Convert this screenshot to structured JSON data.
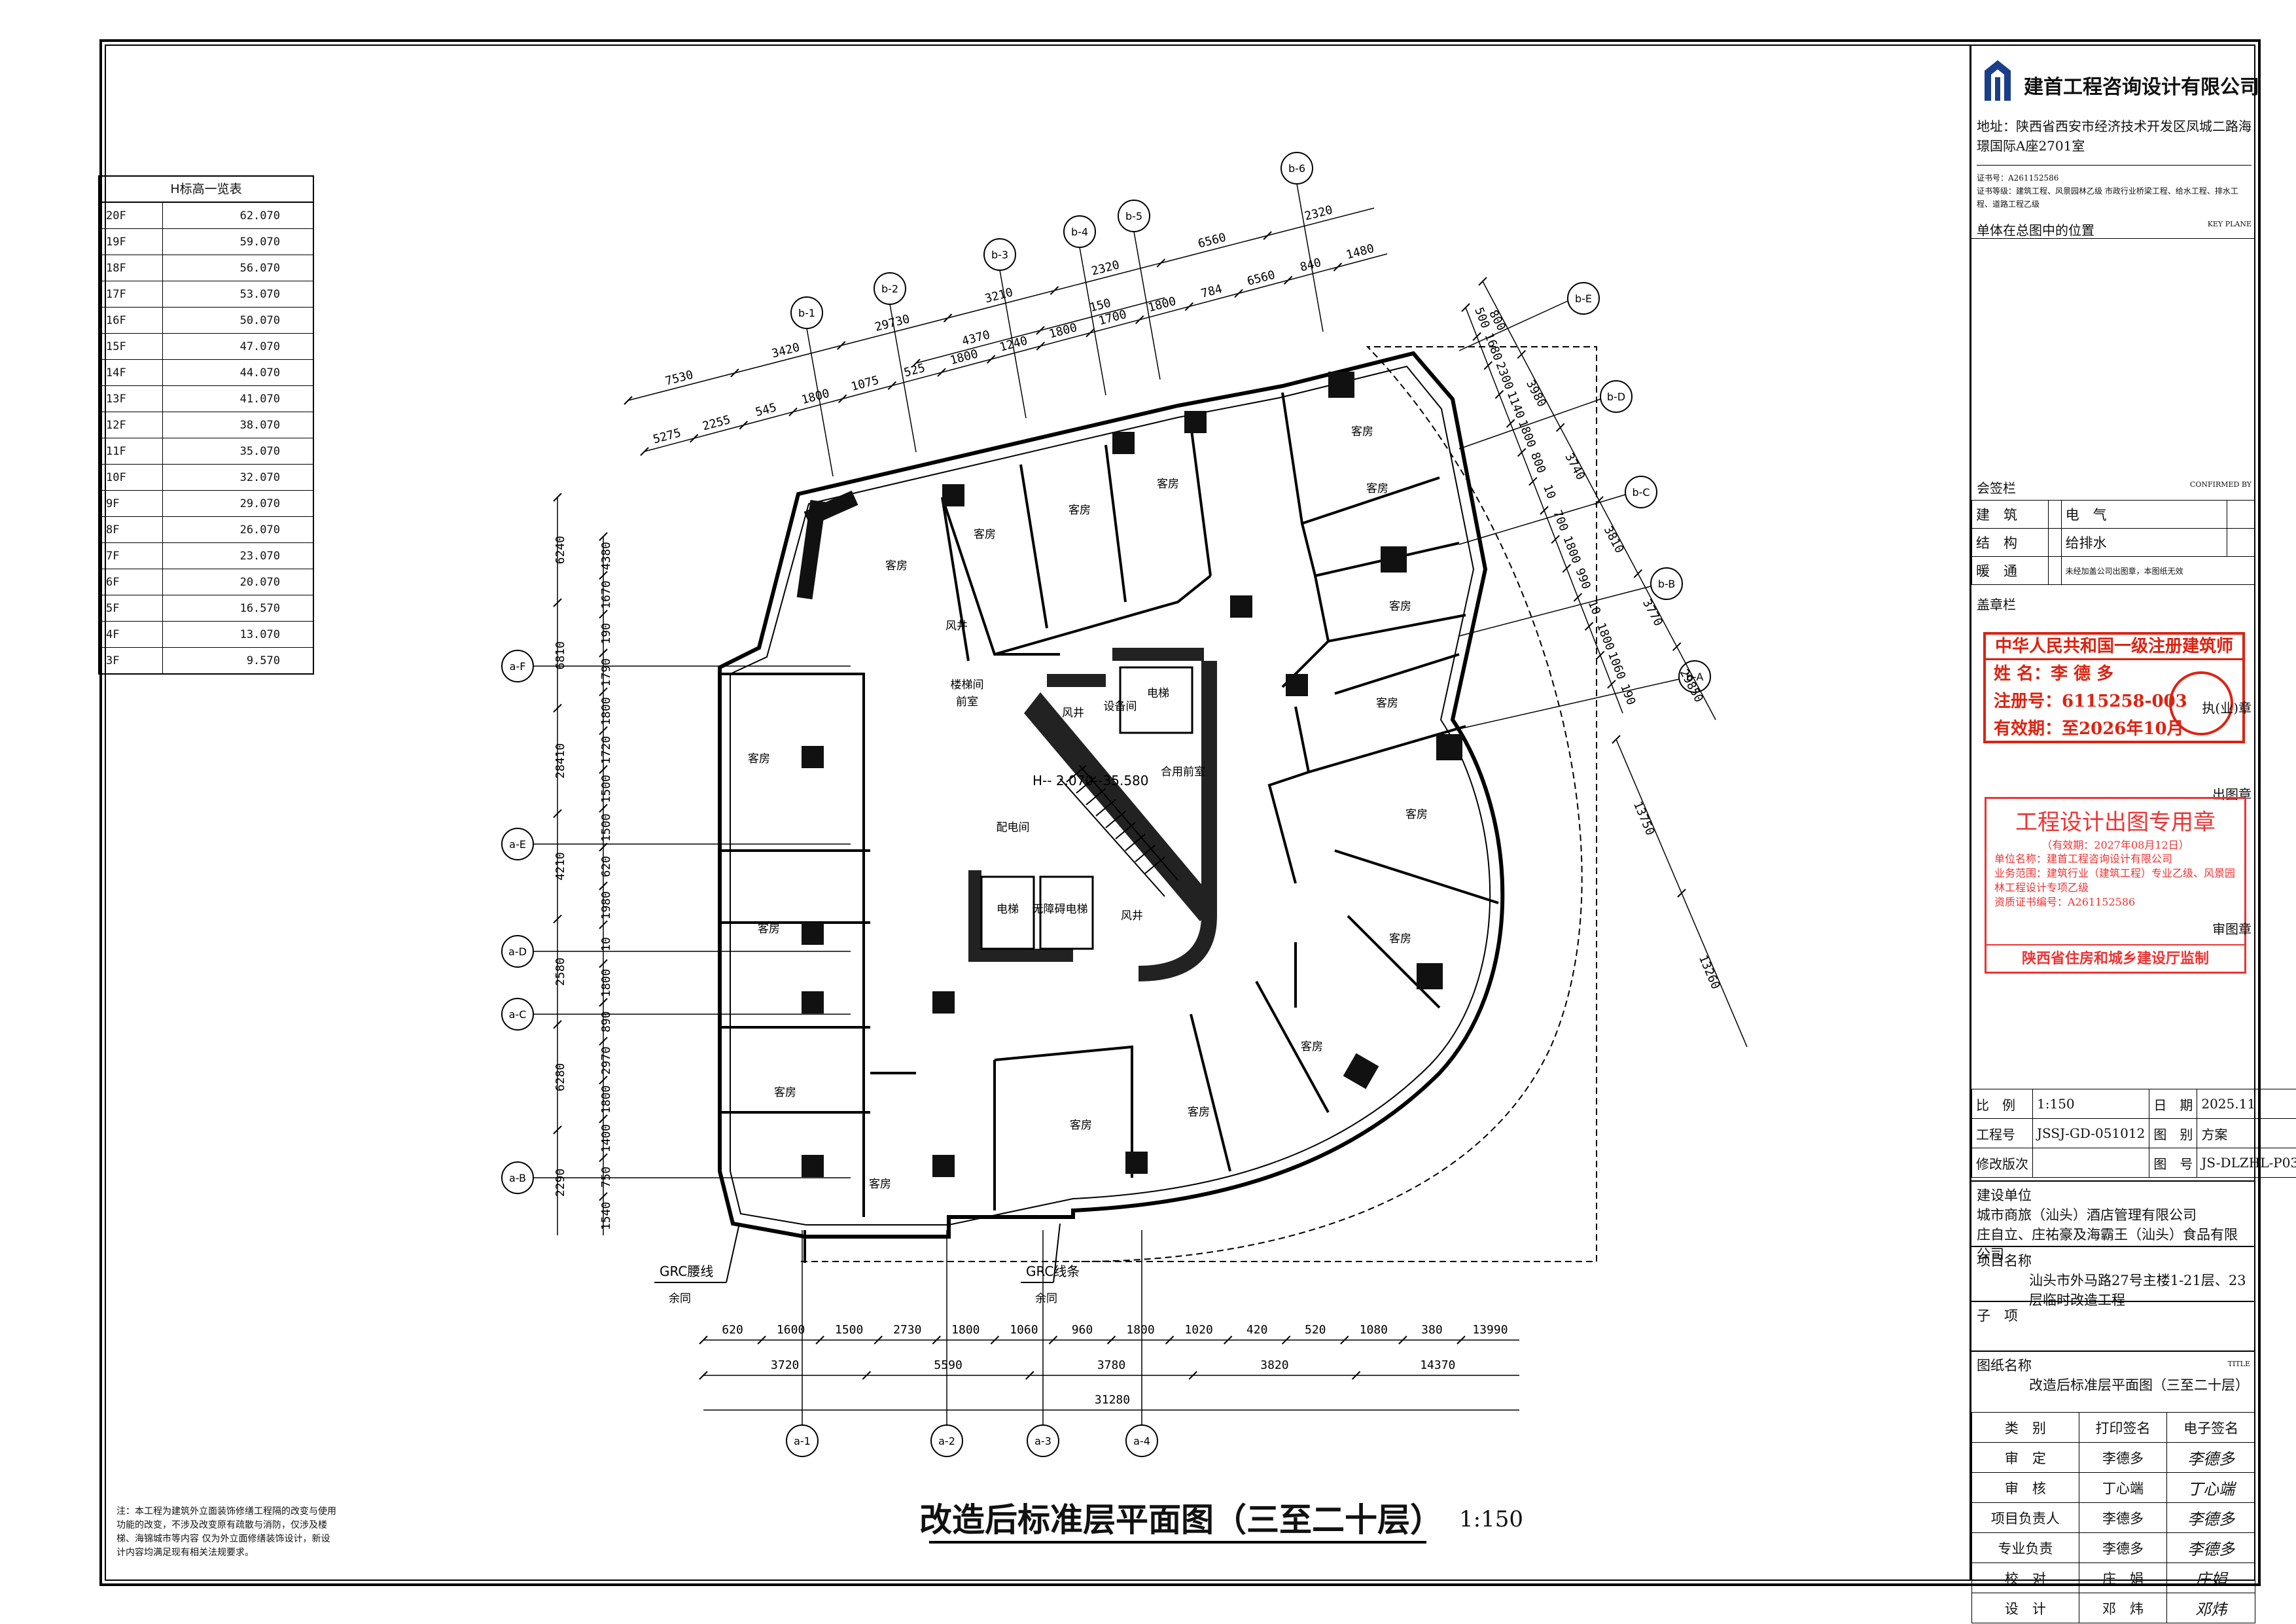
{
  "elevation_table": {
    "title": "H标高一览表",
    "rows": [
      {
        "floor": "20F",
        "value": "62.070"
      },
      {
        "floor": "19F",
        "value": "59.070"
      },
      {
        "floor": "18F",
        "value": "56.070"
      },
      {
        "floor": "17F",
        "value": "53.070"
      },
      {
        "floor": "16F",
        "value": "50.070"
      },
      {
        "floor": "15F",
        "value": "47.070"
      },
      {
        "floor": "14F",
        "value": "44.070"
      },
      {
        "floor": "13F",
        "value": "41.070"
      },
      {
        "floor": "12F",
        "value": "38.070"
      },
      {
        "floor": "11F",
        "value": "35.070"
      },
      {
        "floor": "10F",
        "value": "32.070"
      },
      {
        "floor": "9F",
        "value": "29.070"
      },
      {
        "floor": "8F",
        "value": "26.070"
      },
      {
        "floor": "7F",
        "value": "23.070"
      },
      {
        "floor": "6F",
        "value": "20.070"
      },
      {
        "floor": "5F",
        "value": "16.570"
      },
      {
        "floor": "4F",
        "value": "13.070"
      },
      {
        "floor": "3F",
        "value": "9.570"
      }
    ]
  },
  "plan": {
    "title": "改造后标准层平面图（三至二十层）",
    "scale": "1:150",
    "elevation_marker": "H-- 2.070--35.580",
    "notes": "注：本工程为建筑外立面装饰修缮工程隔的改变与使用功能的改变，不涉及改变原有疏散与消防，仅涉及楼梯、海锦城市等内容 仅为外立面修缮装饰设计，新设计内容均满足现有相关法规要求。",
    "rooms": {
      "guest": "客房",
      "fire_shaft": "风井",
      "stair_lobby": "楼梯间前室",
      "stair_lobby_a": "楼梯间",
      "stair_lobby_b": "前室",
      "equipment": "设备间",
      "shared_lobby": "合用前室",
      "distribution": "配电间",
      "elevator": "电梯",
      "accessible_elevator": "无障碍电梯"
    },
    "grc_labels": [
      "GRC腰线",
      "余同",
      "GRC线条",
      "余同"
    ],
    "axes_top": [
      "b-1",
      "b-2",
      "b-3",
      "b-4",
      "b-5",
      "b-6"
    ],
    "axes_left": [
      "a-F",
      "a-E",
      "a-D",
      "a-C",
      "a-B"
    ],
    "axes_bottom": [
      "a-1",
      "a-2",
      "a-3",
      "a-4"
    ],
    "axes_right": [
      "b-E",
      "b-D",
      "b-C",
      "b-B",
      "b-A"
    ],
    "dims_top_row1": [
      "7530",
      "3420",
      "29730",
      "3210",
      "2320",
      "6560",
      "2320"
    ],
    "dims_top_row2": [
      "5275",
      "2255",
      "545",
      "1800",
      "1075",
      "525",
      "1800",
      "1240",
      "1800",
      "1700",
      "1800",
      "784",
      "6560",
      "840",
      "1480"
    ],
    "dims_top_row3": [
      "4370",
      "150"
    ],
    "dims_left_row1": [
      "6240",
      "6810",
      "28410",
      "4210",
      "2580",
      "6280",
      "2290"
    ],
    "dims_left_row2": [
      "4380",
      "1670",
      "190",
      "1790",
      "1800",
      "1720",
      "1500",
      "1500",
      "620",
      "1980",
      "10",
      "1800",
      "890",
      "2970",
      "1800",
      "1400",
      "750",
      "1540"
    ],
    "dims_bottom_row1": [
      "620",
      "1600",
      "1500",
      "2730",
      "1800",
      "1060",
      "960",
      "1800",
      "1020",
      "420",
      "520",
      "1080",
      "380",
      "13990"
    ],
    "dims_bottom_row2": [
      "3720",
      "5590",
      "3780",
      "3820",
      "14370"
    ],
    "dims_bottom_total": "31280",
    "dims_right_row1": [
      "800",
      "3980",
      "3740",
      "3810",
      "3770",
      "29850"
    ],
    "dims_right_row2": [
      "500",
      "1680",
      "2300",
      "1140",
      "1800",
      "800",
      "10",
      "700",
      "1800",
      "990",
      "10",
      "1800",
      "1060",
      "190"
    ],
    "dims_right_row3": [
      "13750",
      "13260"
    ]
  },
  "title_block": {
    "company": "建首工程咨询设计有限公司",
    "address": "地址：陕西省西安市经济技术开发区凤城二路海璟国际A座2701室",
    "cert_no": "证书号：A261152586",
    "cert_scope": "证书等级：建筑工程、风景园林乙级 市政行业桥梁工程、给水工程、排水工程、道路工程乙级",
    "keyplan_label": "单体在总图中的位置",
    "keyplan_en": "KEY PLANE",
    "sign_title": "会签栏",
    "sign_en": "CONFIRMED BY",
    "sign_rows": [
      {
        "a": "建　筑",
        "b": "",
        "c": "电　气",
        "d": ""
      },
      {
        "a": "结　构",
        "b": "",
        "c": "给排水",
        "d": ""
      },
      {
        "a": "暖　通",
        "b": "",
        "c": "未经加盖公司出图章，本图纸无效",
        "d": ""
      }
    ],
    "seal_label": "盖章栏",
    "seal1": {
      "header": "中华人民共和国一级注册建筑师",
      "name_label": "姓 名：",
      "name": "李 德 多",
      "reg_label": "注册号：",
      "reg": "6115258-003",
      "valid_label": "有效期：",
      "valid": "至2026年10月"
    },
    "seal1_side": "执(业)章",
    "seal2_side_top": "出图章",
    "seal2": {
      "header": "工程设计出图专用章",
      "valid": "（有效期：2027年08月12日）",
      "unit": "单位名称：建首工程咨询设计有限公司",
      "scope": "业务范围：建筑行业（建筑工程）专业乙级、风景园林工程设计专项乙级",
      "cert": "资质证书编号：A261152586",
      "footer": "陕西省住房和城乡建设厅监制"
    },
    "seal2_side_bottom": "审图章",
    "info": [
      {
        "k1": "比　例",
        "v1": "1:150",
        "k2": "日　期",
        "v2": "2025.11"
      },
      {
        "k1": "工程号",
        "v1": "JSSJ-GD-051012",
        "k2": "图　别",
        "v2": "方案"
      },
      {
        "k1": "修改版次",
        "v1": "",
        "k2": "图　号",
        "v2": "JS-DLZHL-P03"
      }
    ],
    "client_label": "建设单位",
    "client_1": "城市商旅（汕头）酒店管理有限公司",
    "client_2": "庄自立、庄祐豪及海霸王（汕头）食品有限公司",
    "project_label": "项目名称",
    "project_name": "汕头市外马路27号主楼1-21层、23层临时改造工程",
    "subitem_label": "子　项",
    "drawing_label": "图纸名称",
    "drawing_en": "TITLE",
    "drawing_name": "改造后标准层平面图（三至二十层）",
    "staff_header": [
      "类　别",
      "打印签名",
      "电子签名"
    ],
    "staff": [
      {
        "role": "审　定",
        "name": "李德多",
        "sig": "李德多"
      },
      {
        "role": "审　核",
        "name": "丁心端",
        "sig": "丁心端"
      },
      {
        "role": "项目负责人",
        "name": "李德多",
        "sig": "李德多"
      },
      {
        "role": "专业负责",
        "name": "李德多",
        "sig": "李德多"
      },
      {
        "role": "校　对",
        "name": "庄　娟",
        "sig": "庄娟"
      },
      {
        "role": "设　计",
        "name": "邓　炜",
        "sig": "邓炜"
      }
    ]
  },
  "colors": {
    "seal_dark_red": "#d21",
    "seal_red": "#e33",
    "wall": "#000"
  }
}
